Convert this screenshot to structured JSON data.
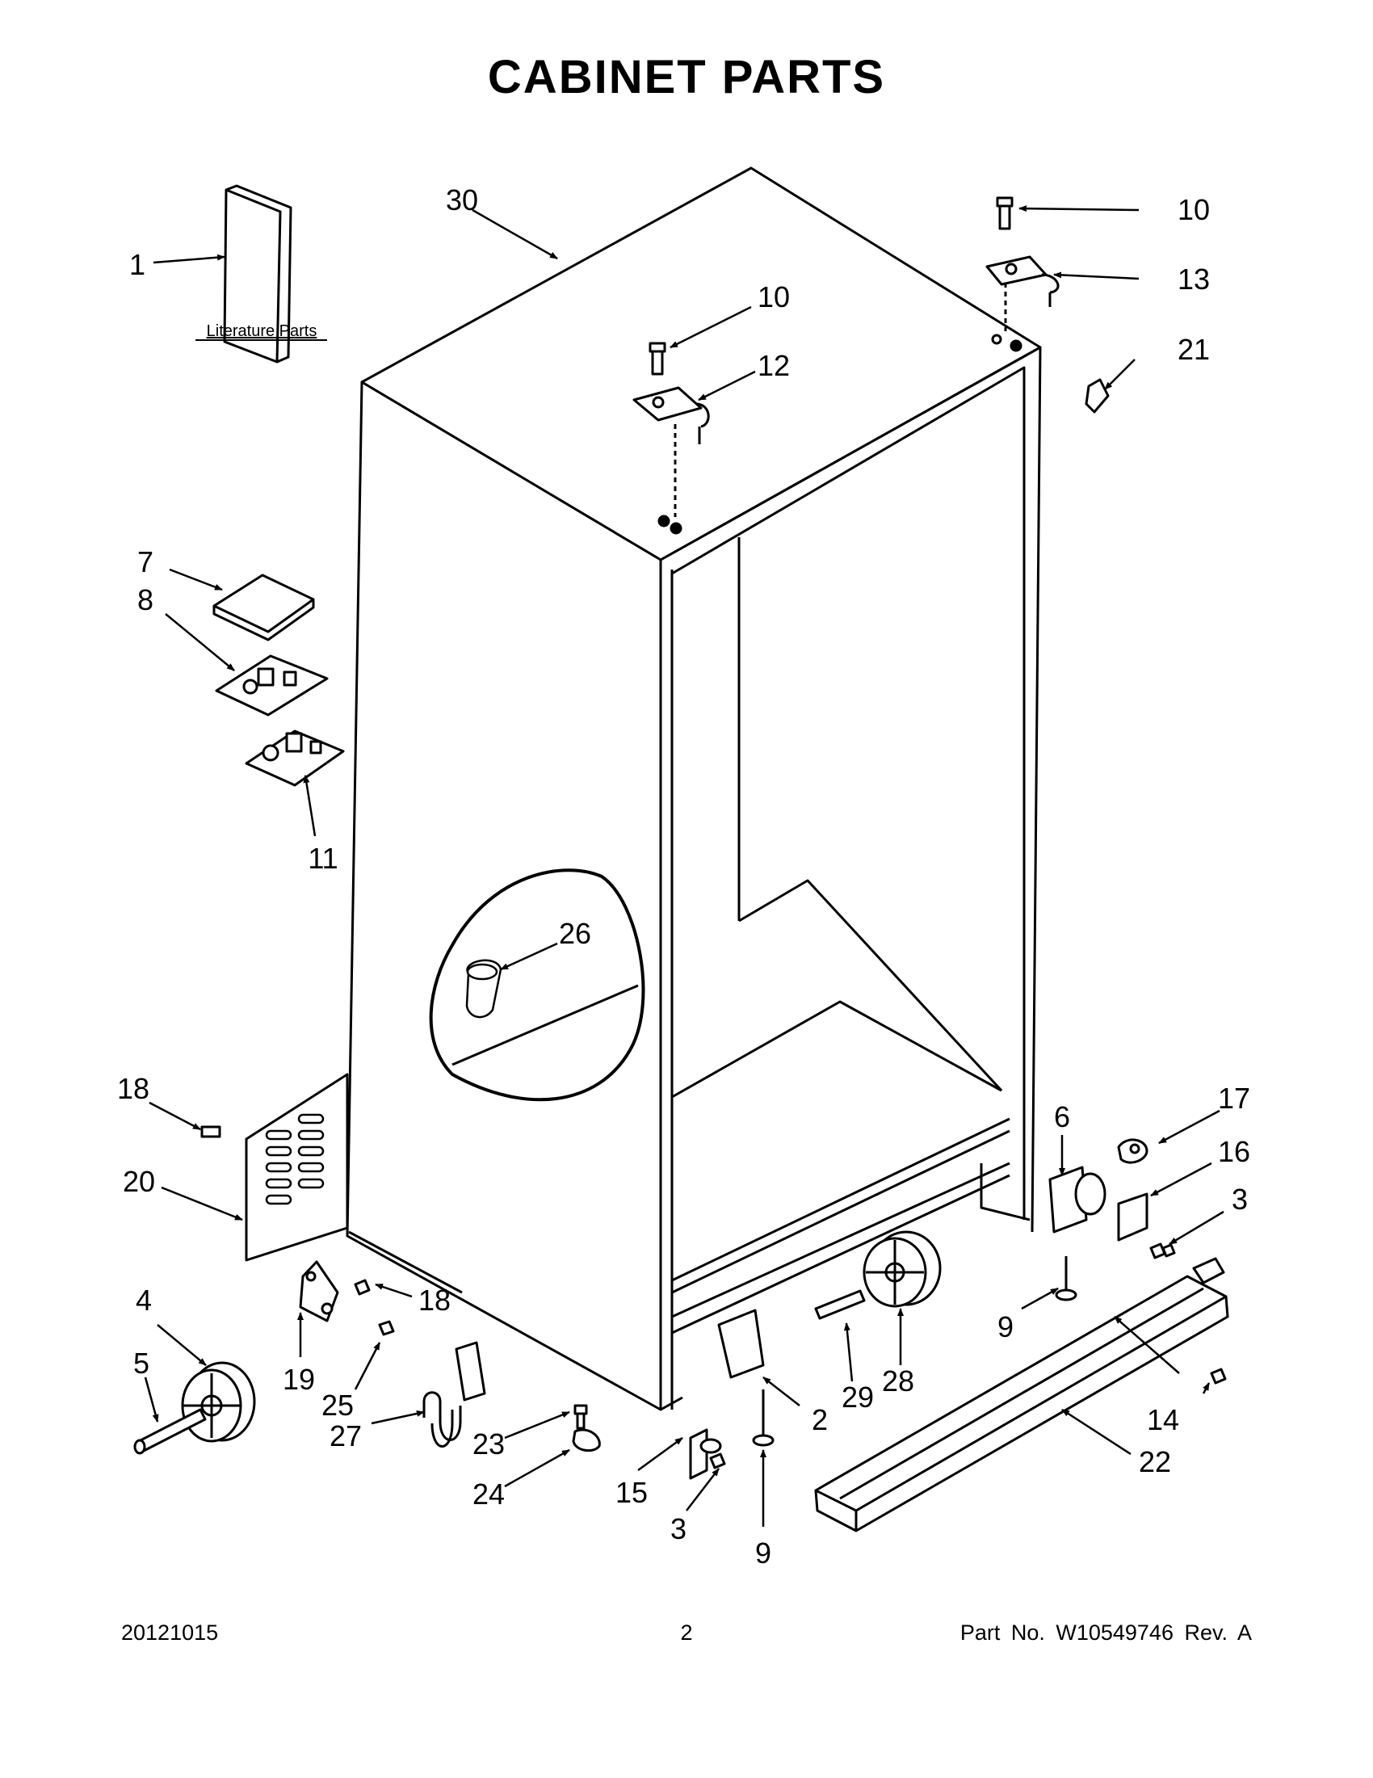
{
  "page": {
    "title": "CABINET PARTS",
    "literature_caption": "Literature Parts",
    "footer": {
      "date": "20121015",
      "page_number": "2",
      "part_number": "Part No.  W10549746  Rev.  A"
    }
  },
  "callouts": [
    {
      "id": "c1",
      "label": "1"
    },
    {
      "id": "c30",
      "label": "30"
    },
    {
      "id": "c10a",
      "label": "10"
    },
    {
      "id": "c10b",
      "label": "10"
    },
    {
      "id": "c12",
      "label": "12"
    },
    {
      "id": "c13",
      "label": "13"
    },
    {
      "id": "c21",
      "label": "21"
    },
    {
      "id": "c7",
      "label": "7"
    },
    {
      "id": "c8",
      "label": "8"
    },
    {
      "id": "c11",
      "label": "11"
    },
    {
      "id": "c26",
      "label": "26"
    },
    {
      "id": "c18a",
      "label": "18"
    },
    {
      "id": "c20",
      "label": "20"
    },
    {
      "id": "c6",
      "label": "6"
    },
    {
      "id": "c17",
      "label": "17"
    },
    {
      "id": "c16",
      "label": "16"
    },
    {
      "id": "c3a",
      "label": "3"
    },
    {
      "id": "c9a",
      "label": "9"
    },
    {
      "id": "c4",
      "label": "4"
    },
    {
      "id": "c5",
      "label": "5"
    },
    {
      "id": "c19",
      "label": "19"
    },
    {
      "id": "c18b",
      "label": "18"
    },
    {
      "id": "c25",
      "label": "25"
    },
    {
      "id": "c27",
      "label": "27"
    },
    {
      "id": "c23",
      "label": "23"
    },
    {
      "id": "c24",
      "label": "24"
    },
    {
      "id": "c15",
      "label": "15"
    },
    {
      "id": "c3b",
      "label": "3"
    },
    {
      "id": "c9b",
      "label": "9"
    },
    {
      "id": "c2",
      "label": "2"
    },
    {
      "id": "c29",
      "label": "29"
    },
    {
      "id": "c28",
      "label": "28"
    },
    {
      "id": "c14",
      "label": "14"
    },
    {
      "id": "c22",
      "label": "22"
    }
  ]
}
